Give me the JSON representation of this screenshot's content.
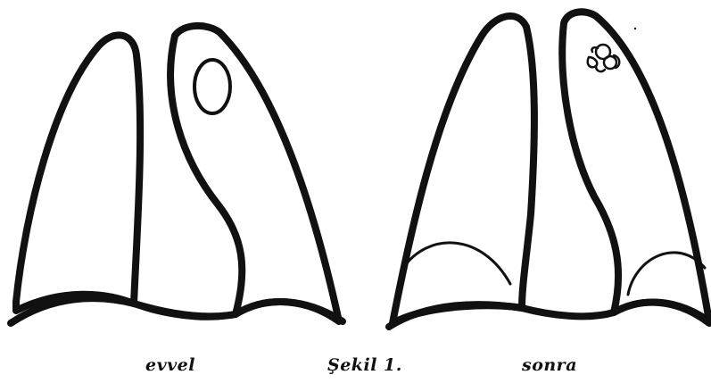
{
  "figure": {
    "labels": {
      "before": "evvel",
      "figure_number": "Şekil 1.",
      "after": "sonra"
    },
    "colors": {
      "ink": "#111111",
      "background": "#ffffff"
    }
  }
}
